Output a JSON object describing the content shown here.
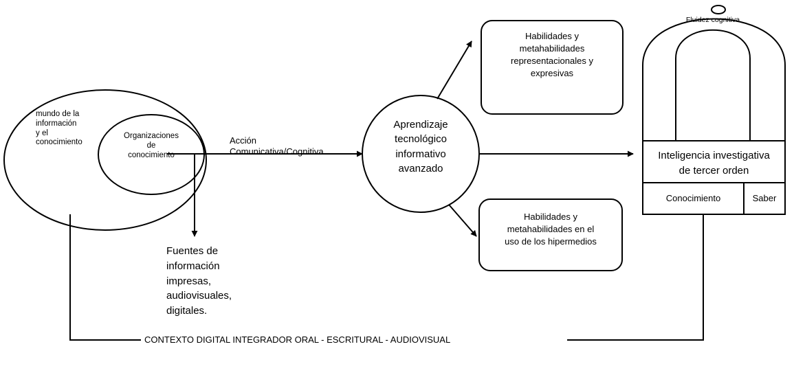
{
  "nodes": {
    "mundo": [
      "mundo de la",
      "información",
      "y el",
      "conocimiento"
    ],
    "organizaciones": [
      "Organizaciones",
      "de",
      "conocimiento"
    ],
    "accion": [
      "Acción",
      "Comunicativa/Cognitiva"
    ],
    "fuentes": [
      "Fuentes de",
      "información",
      "impresas,",
      "audiovisuales,",
      "digitales."
    ],
    "aprendizaje": [
      "Aprendizaje",
      "tecnológico",
      "informativo",
      "avanzado"
    ],
    "habilidades_repr": [
      "Habilidades y",
      "metahabilidades",
      "representacionales y",
      "expresivas"
    ],
    "habilidades_hiper": [
      "Habilidades y",
      "metahabilidades en el",
      "uso de los hipermedios"
    ],
    "fluidez": "Fluidez cognitiva",
    "inteligencia": [
      "Inteligencia investigativa",
      "de tercer orden"
    ],
    "conocimiento": "Conocimiento",
    "saber": "Saber",
    "contexto": "CONTEXTO DIGITAL INTEGRADOR ORAL - ESCRITURAL - AUDIOVISUAL"
  }
}
